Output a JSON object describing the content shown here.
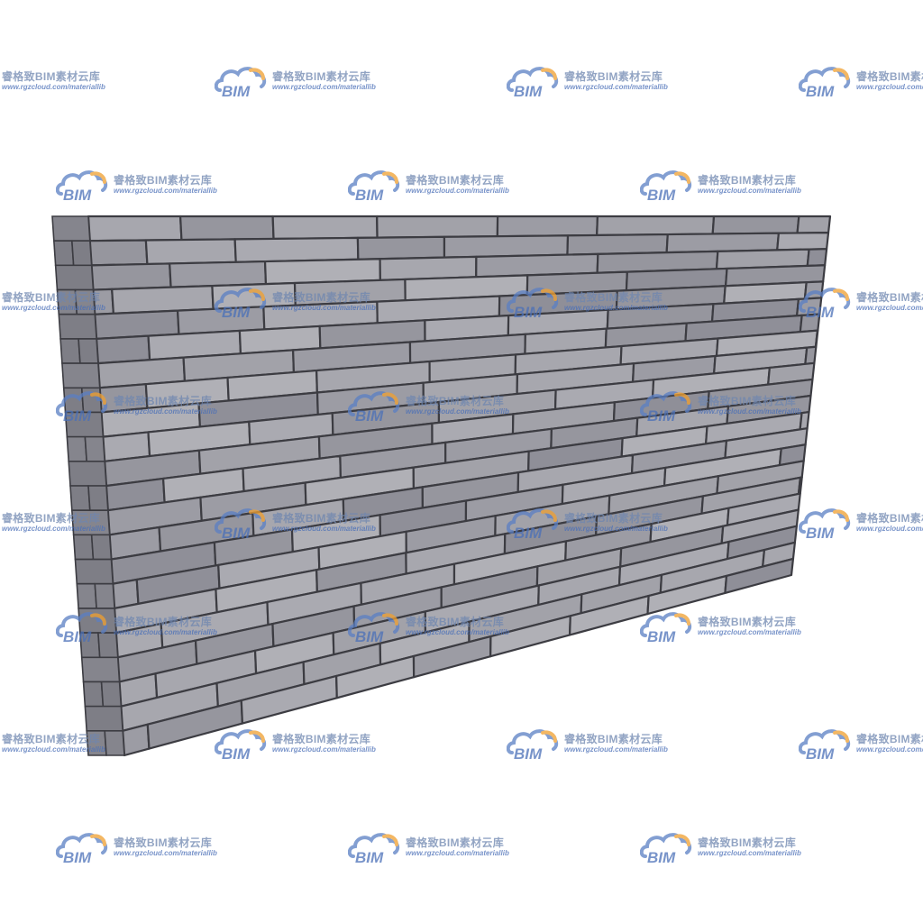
{
  "image": {
    "subject": "brick-wall",
    "colors": {
      "background": "#ffffff",
      "brick_light": "#9e9ea6",
      "brick_dark": "#6f6f78",
      "mortar": "#3c3c42",
      "edge": "#55555c"
    }
  },
  "watermark": {
    "logo_text": "BIM",
    "title": "睿格致BIM素材云库",
    "url": "www.rgzcloud.com/materiallib",
    "colors": {
      "cloud": "#5a7fc4",
      "accent": "#f0a030",
      "text": "#6e86b0"
    }
  }
}
